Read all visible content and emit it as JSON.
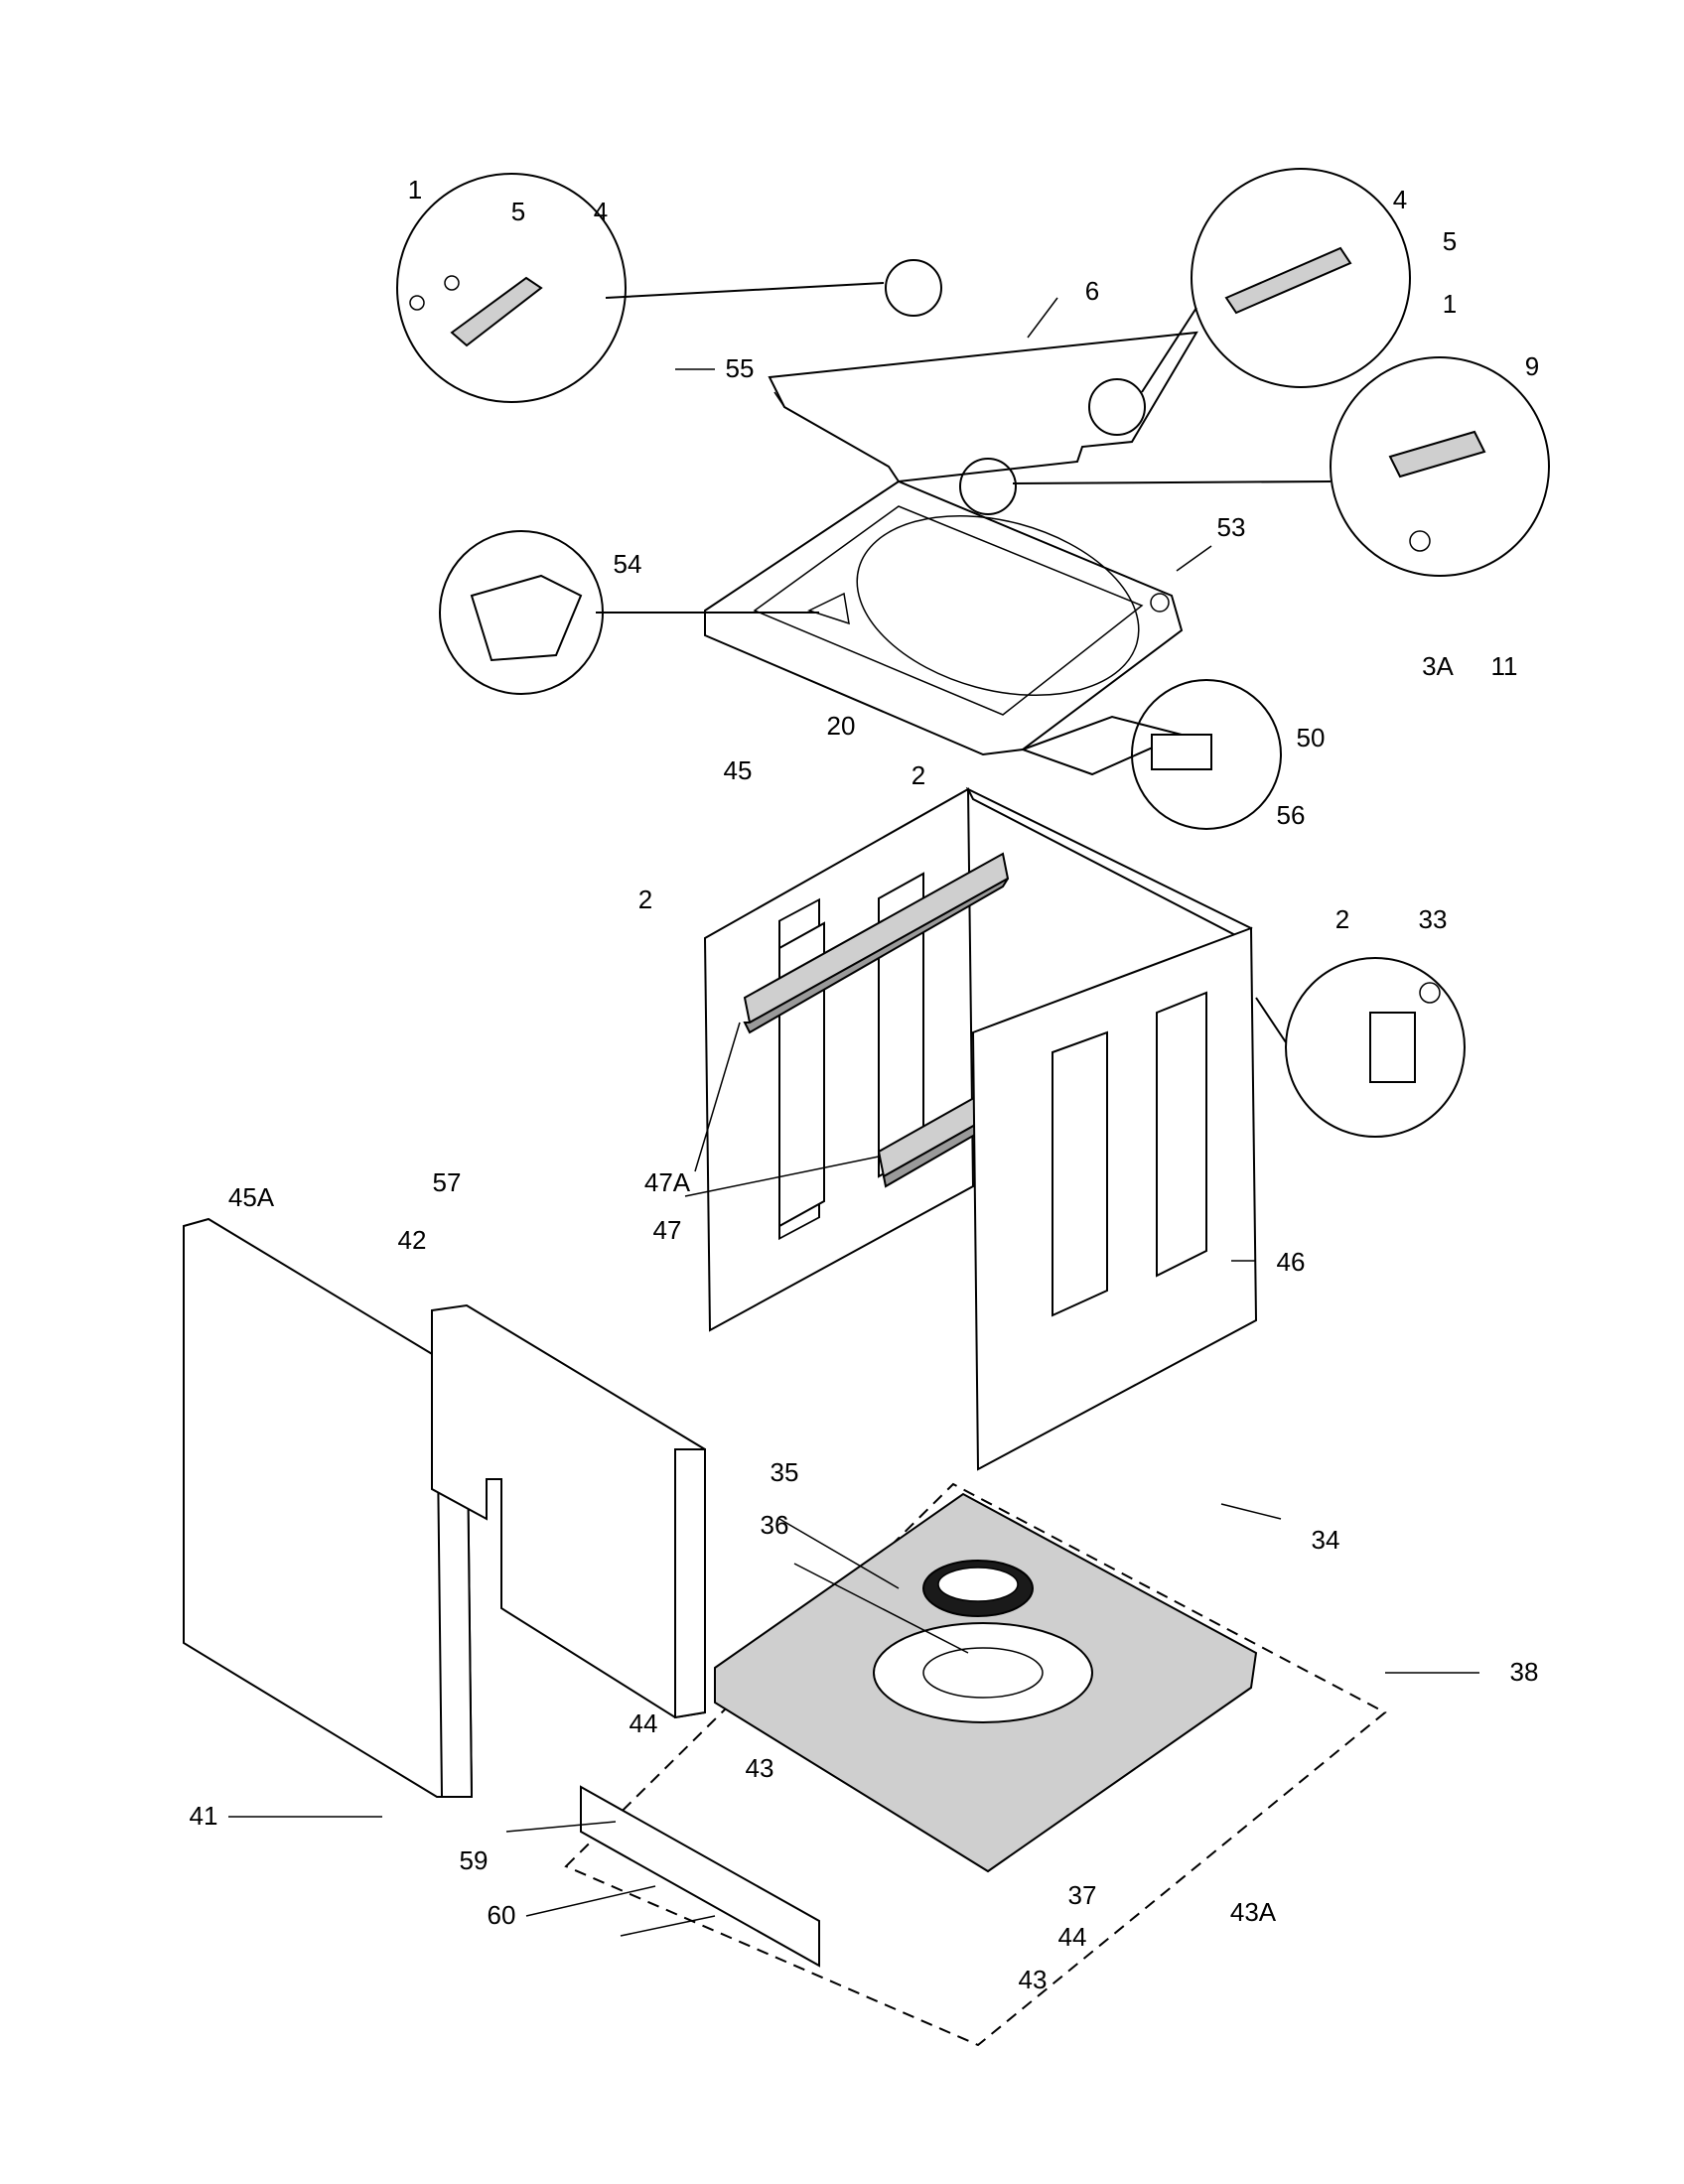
{
  "labels": {
    "l1a": "1",
    "l5a": "5",
    "l4a": "4",
    "l55": "55",
    "l6": "6",
    "l4b": "4",
    "l5b": "5",
    "l1b": "1",
    "l9": "9",
    "l53": "53",
    "l54": "54",
    "l3A": "3A",
    "l11": "11",
    "l20": "20",
    "l50": "50",
    "l56": "56",
    "l45": "45",
    "l2a": "2",
    "l2b": "2",
    "l2c": "2",
    "l33": "33",
    "l47A": "47A",
    "l47": "47",
    "l45A": "45A",
    "l42": "42",
    "l57": "57",
    "l46": "46",
    "l35": "35",
    "l36": "36",
    "l34": "34",
    "l38": "38",
    "l44a": "44",
    "l43a": "43",
    "l41": "41",
    "l59": "59",
    "l60": "60",
    "l37": "37",
    "l44b": "44",
    "l43b": "43",
    "l43A": "43A"
  }
}
